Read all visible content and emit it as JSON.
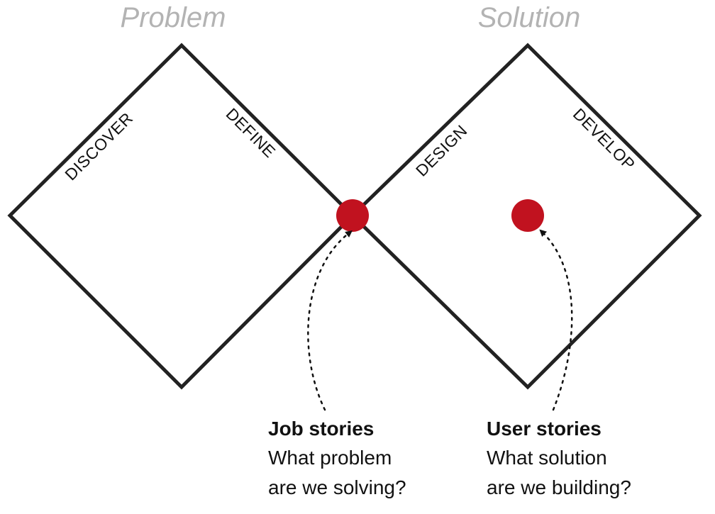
{
  "sections": {
    "problem": "Problem",
    "solution": "Solution"
  },
  "phases": {
    "discover": "DISCOVER",
    "define": "DEFINE",
    "design": "DESIGN",
    "develop": "DEVELOP"
  },
  "stories": {
    "job": {
      "title": "Job stories",
      "line1": "What problem",
      "line2": "are we solving?"
    },
    "user": {
      "title": "User stories",
      "line1": "What solution",
      "line2": "are we building?"
    }
  },
  "colors": {
    "marker": "#c1121f",
    "outline": "#222222",
    "section_title": "#b3b3b3"
  }
}
